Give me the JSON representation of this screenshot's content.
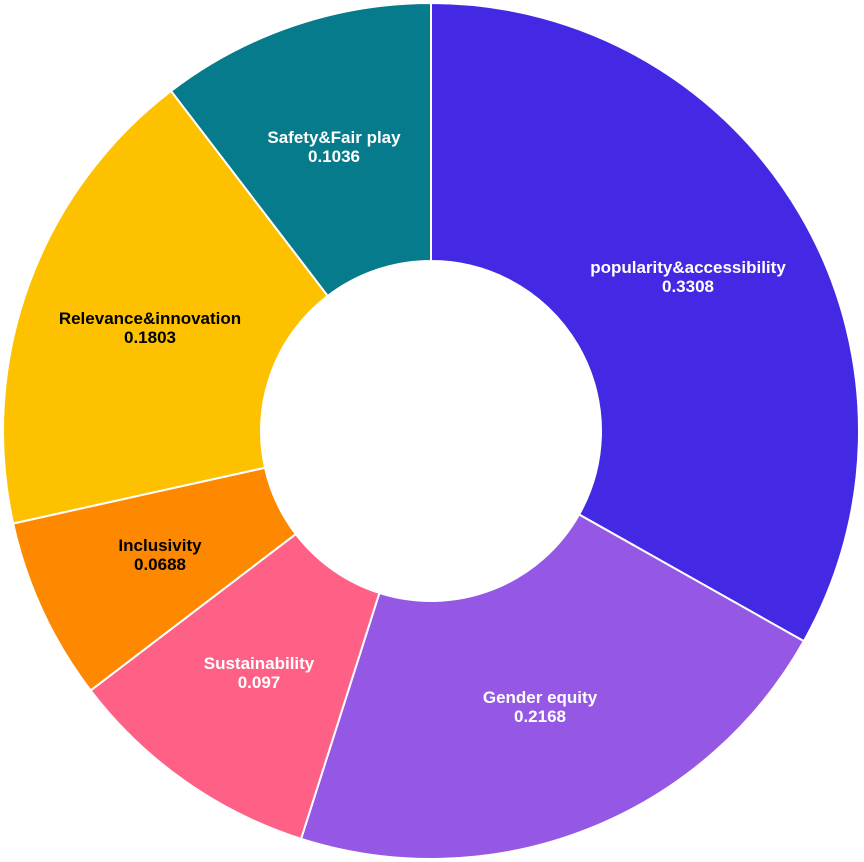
{
  "chart_data": {
    "type": "pie",
    "donut": true,
    "start_angle_deg": 0,
    "direction": "clockwise",
    "slices": [
      {
        "label": "popularity&accessibility",
        "value": 0.3308,
        "value_label": "0.3308",
        "color": "#4329e3",
        "text_color": "#ffffff"
      },
      {
        "label": "Gender equity",
        "value": 0.2168,
        "value_label": "0.2168",
        "color": "#9558e5",
        "text_color": "#ffffff"
      },
      {
        "label": "Sustainability",
        "value": 0.097,
        "value_label": "0.097",
        "color": "#fe6185",
        "text_color": "#ffffff"
      },
      {
        "label": "Inclusivity",
        "value": 0.0688,
        "value_label": "0.0688",
        "color": "#fe8800",
        "text_color": "#000000"
      },
      {
        "label": "Relevance&innovation",
        "value": 0.1803,
        "value_label": "0.1803",
        "color": "#fdc100",
        "text_color": "#000000"
      },
      {
        "label": "Safety&Fair play",
        "value": 0.1036,
        "value_label": "0.1036",
        "color": "#057b8b",
        "text_color": "#ffffff"
      }
    ]
  }
}
